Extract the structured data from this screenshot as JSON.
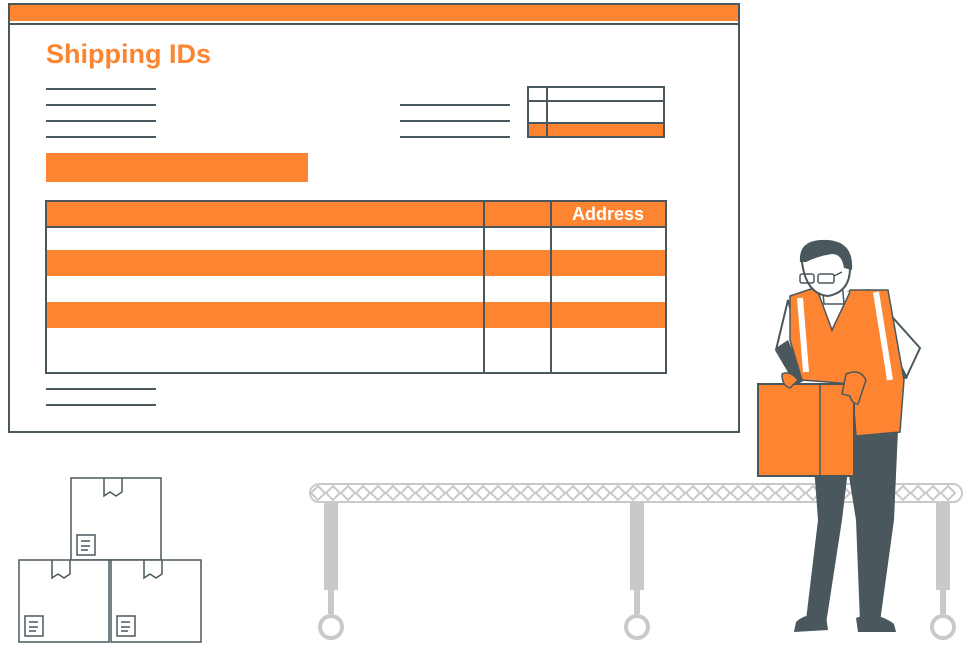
{
  "document": {
    "title": "Shipping IDs",
    "table": {
      "headers": [
        "",
        "",
        "Address"
      ]
    }
  },
  "colors": {
    "accent": "#fd8430",
    "stroke": "#4a585e",
    "conveyor": "#c9c9c9"
  },
  "icons": [
    "cardboard-box-icon",
    "shipping-label-icon",
    "warehouse-worker-illustration",
    "roller-conveyor-illustration"
  ]
}
